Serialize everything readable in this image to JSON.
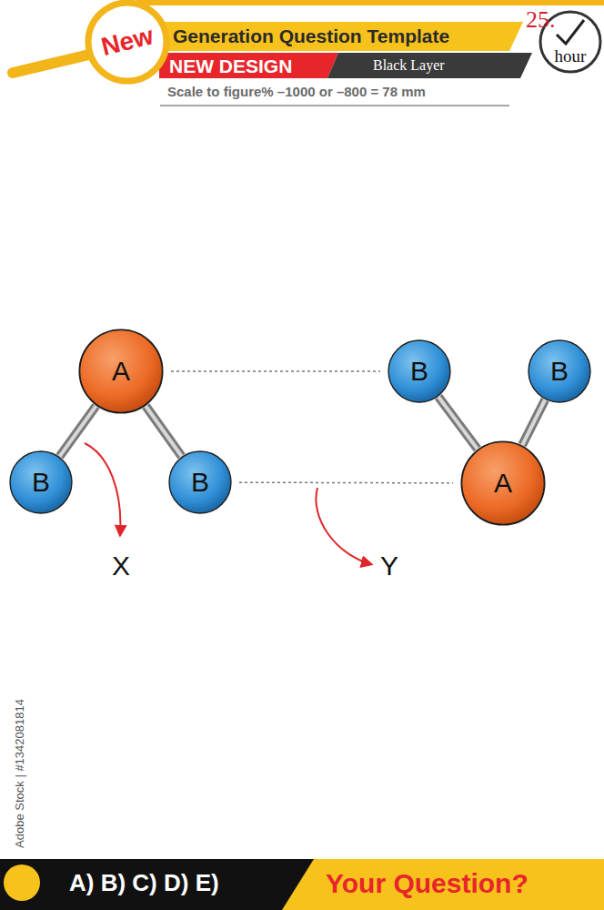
{
  "diagram": {
    "title": "Generation Question Template",
    "nodes": [
      {
        "text": [
          "A"
        ]
      },
      {
        "text": [
          "B"
        ]
      },
      {
        "text": [
          "B"
        ]
      },
      {
        "text": [
          "B"
        ]
      },
      {
        "text": [
          "B"
        ]
      },
      {
        "text": [
          "A"
        ]
      }
    ],
    "edges": [
      {
        "from": 0,
        "to": 3,
        "arrow": "none"
      },
      {
        "from": 0,
        "to": 4,
        "arrow": "none"
      },
      {
        "from": 5,
        "to": 1,
        "arrow": "none"
      },
      {
        "from": 5,
        "to": 2,
        "arrow": "none"
      },
      {
        "from": 0,
        "to": 1,
        "arrow": "none"
      },
      {
        "from": 4,
        "to": 5,
        "arrow": "none"
      }
    ],
    "labels": [
      "New",
      "NEW DESIGN",
      "Black Layer",
      "Scale to figure% –1000 or –800 = 78 mm",
      "25.",
      "hour",
      "X",
      "Y",
      "A) B) C) D) E)",
      "Your Question?",
      "Adobe Stock | #1342081814"
    ]
  }
}
